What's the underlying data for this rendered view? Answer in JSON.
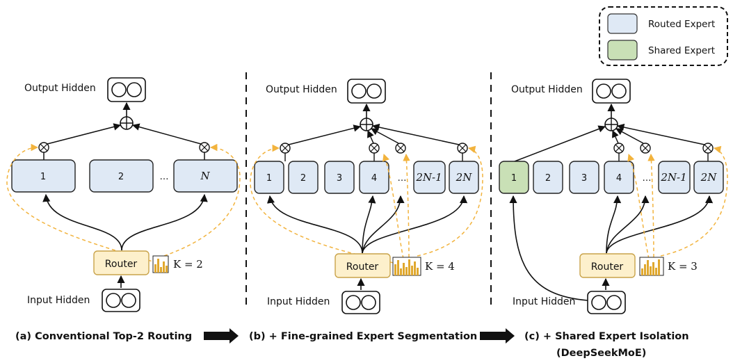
{
  "legend": {
    "routed_label": "Routed Expert",
    "shared_label": "Shared Expert",
    "routed_color": "#dfe9f5",
    "shared_color": "#c9e0b6"
  },
  "colors": {
    "router_fill": "#fdf0cc",
    "router_stroke": "#c9a34a",
    "arrow_dash": "#f2b33d",
    "bar_fill": "#e0a82e"
  },
  "panels": {
    "a": {
      "output_label": "Output Hidden",
      "input_label": "Input Hidden",
      "router_label": "Router",
      "k_label": "K = 2",
      "experts": [
        "1",
        "2",
        "…",
        "N"
      ],
      "caption": "(a) Conventional Top-2 Routing"
    },
    "b": {
      "output_label": "Output Hidden",
      "input_label": "Input Hidden",
      "router_label": "Router",
      "k_label": "K = 4",
      "experts": [
        "1",
        "2",
        "3",
        "4",
        "…",
        "2N-1",
        "2N"
      ],
      "caption": "(b) + Fine-grained Expert Segmentation"
    },
    "c": {
      "output_label": "Output Hidden",
      "input_label": "Input Hidden",
      "router_label": "Router",
      "k_label": "K = 3",
      "experts": [
        "1",
        "2",
        "3",
        "4",
        "…",
        "2N-1",
        "2N"
      ],
      "caption_line1": "(c) + Shared Expert Isolation",
      "caption_line2": "(DeepSeekMoE)"
    }
  }
}
